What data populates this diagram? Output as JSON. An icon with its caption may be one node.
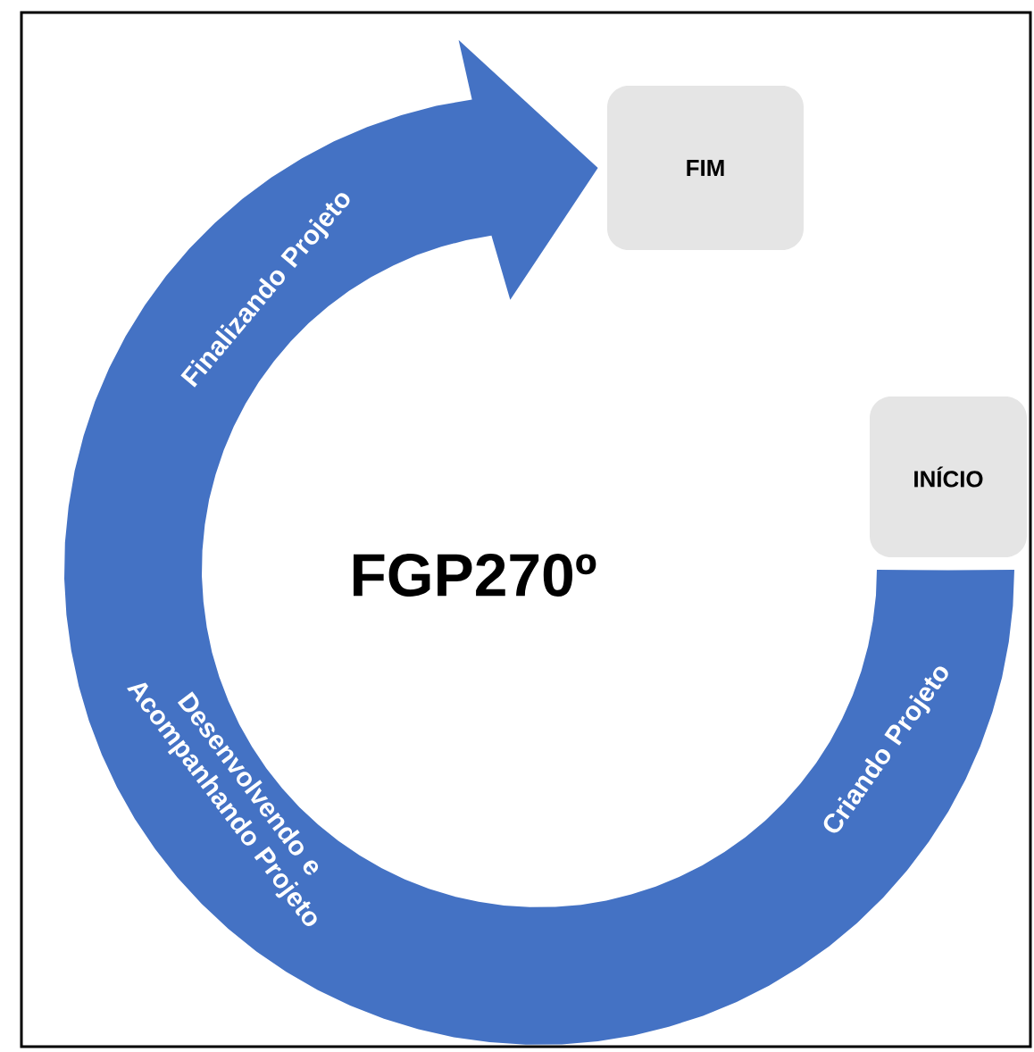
{
  "diagram": {
    "title": "FGP270º",
    "nodes": [
      {
        "text": [
          "FIM"
        ]
      },
      {
        "text": [
          "INÍCIO"
        ]
      }
    ],
    "edges": [
      {
        "from": 1,
        "to": 0,
        "arrow": "to",
        "style": "thick"
      }
    ],
    "labels": [
      "Finalizando Projeto",
      "Desenvolvendo e Acompanhando Projeto",
      "Criando Projeto"
    ]
  }
}
